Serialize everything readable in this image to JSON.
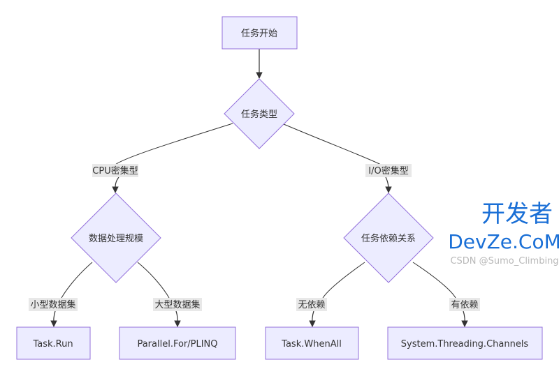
{
  "diagram": {
    "type": "flowchart",
    "colors": {
      "node_fill": "#ECECFF",
      "node_stroke": "#9370DB",
      "edge": "#333333",
      "label_bg": "#e8e8e8",
      "watermark": "#1a6fd6"
    },
    "nodes": {
      "start": "任务开始",
      "task_type": "任务类型",
      "data_scale": "数据处理规模",
      "dependency": "任务依赖关系",
      "task_run": "Task.Run",
      "parallel": "Parallel.For/PLINQ",
      "when_all": "Task.WhenAll",
      "channels": "System.Threading.Channels"
    },
    "edge_labels": {
      "cpu": "CPU密集型",
      "io": "I/O密集型",
      "small": "小型数据集",
      "large": "大型数据集",
      "no_dep": "无依赖",
      "has_dep": "有依赖"
    },
    "edges": [
      {
        "from": "start",
        "to": "task_type",
        "label": ""
      },
      {
        "from": "task_type",
        "to": "data_scale",
        "label": "CPU密集型"
      },
      {
        "from": "task_type",
        "to": "dependency",
        "label": "I/O密集型"
      },
      {
        "from": "data_scale",
        "to": "task_run",
        "label": "小型数据集"
      },
      {
        "from": "data_scale",
        "to": "parallel",
        "label": "大型数据集"
      },
      {
        "from": "dependency",
        "to": "when_all",
        "label": "无依赖"
      },
      {
        "from": "dependency",
        "to": "channels",
        "label": "有依赖"
      }
    ]
  },
  "watermark": {
    "cn": "开发者",
    "en": "DevZe.CoM",
    "faint": "CSDN @Sumo_Climbing"
  }
}
